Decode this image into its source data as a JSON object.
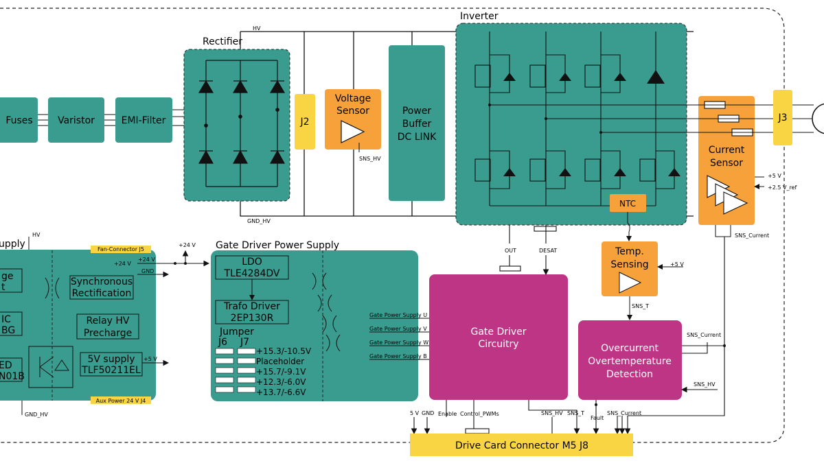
{
  "colors": {
    "teal": "#3a9c8f",
    "teal_dark": "#2f8a7e",
    "orange": "#f7a13a",
    "yellow": "#f9d543",
    "magenta": "#bf3585",
    "wire": "#111111",
    "dash": "#222222"
  },
  "blocks": {
    "fuses": "Fuses",
    "varistor": "Varistor",
    "emi": "EMI-Filter",
    "rectifier": "Rectifier",
    "j2": "J2",
    "voltage_sensor": [
      "Voltage",
      "Sensor"
    ],
    "power_buffer": [
      "Power",
      "Buffer",
      "DC LINK"
    ],
    "inverter": "Inverter",
    "ntc": "NTC",
    "j3": "J3",
    "current_sensor": [
      "Current",
      "Sensor"
    ],
    "temp_sensing": [
      "Temp.",
      "Sensing"
    ],
    "gate_driver_circuitry": [
      "Gate Driver",
      "Circuitry"
    ],
    "overcurrent": [
      "Overcurrent",
      "Overtemperature",
      "Detection"
    ],
    "drive_card_connector": "Drive Card Connector M5 J8",
    "supply_title": "upply",
    "gdps_title": "Gate Driver Power Supply",
    "ldo": [
      "LDO",
      "TLE4284DV"
    ],
    "trafo": [
      "Trafo Driver",
      "2EP130R"
    ],
    "jumper": "Jumper",
    "j6": "J6",
    "j7": "J7",
    "jumper_options": [
      "+15.3/-10.5V",
      "Placeholder",
      "+15.7/-9.1V",
      "+12.3/-6.0V",
      "+13.7/-6.6V"
    ],
    "sync_rect": [
      "Synchronous",
      "Rectification"
    ],
    "relay": [
      "Relay HV",
      "Precharge"
    ],
    "fivev": [
      "5V supply",
      "TLF50211EL"
    ],
    "left_partial_1": [
      "ge",
      "t"
    ],
    "left_partial_2": [
      "IC",
      "BG"
    ],
    "left_partial_3": [
      "ED",
      "N01B"
    ],
    "fan_connector": "Fan-Connector J5",
    "aux_power": "Aux Power 24 V J4"
  },
  "labels": {
    "hv": "HV",
    "gnd_hv": "GND_HV",
    "sns_hv": "SNS_HV",
    "sns_t": "SNS_T",
    "sns_current": "SNS_Current",
    "out": "OUT",
    "desat": "DESAT",
    "p5v": "+5 V",
    "p25v_ref": "+2.5 V_ref",
    "p24v": "+24 V",
    "gnd": "GND",
    "v5": "5 V",
    "enable": "Enable",
    "control_pwms": "Control_PWMs",
    "fault": "Fault",
    "gps_u": "Gate Power Supply U",
    "gps_v": "Gate Power Supply V",
    "gps_w": "Gate Power Supply W",
    "gps_b": "Gate Power Supply B"
  }
}
